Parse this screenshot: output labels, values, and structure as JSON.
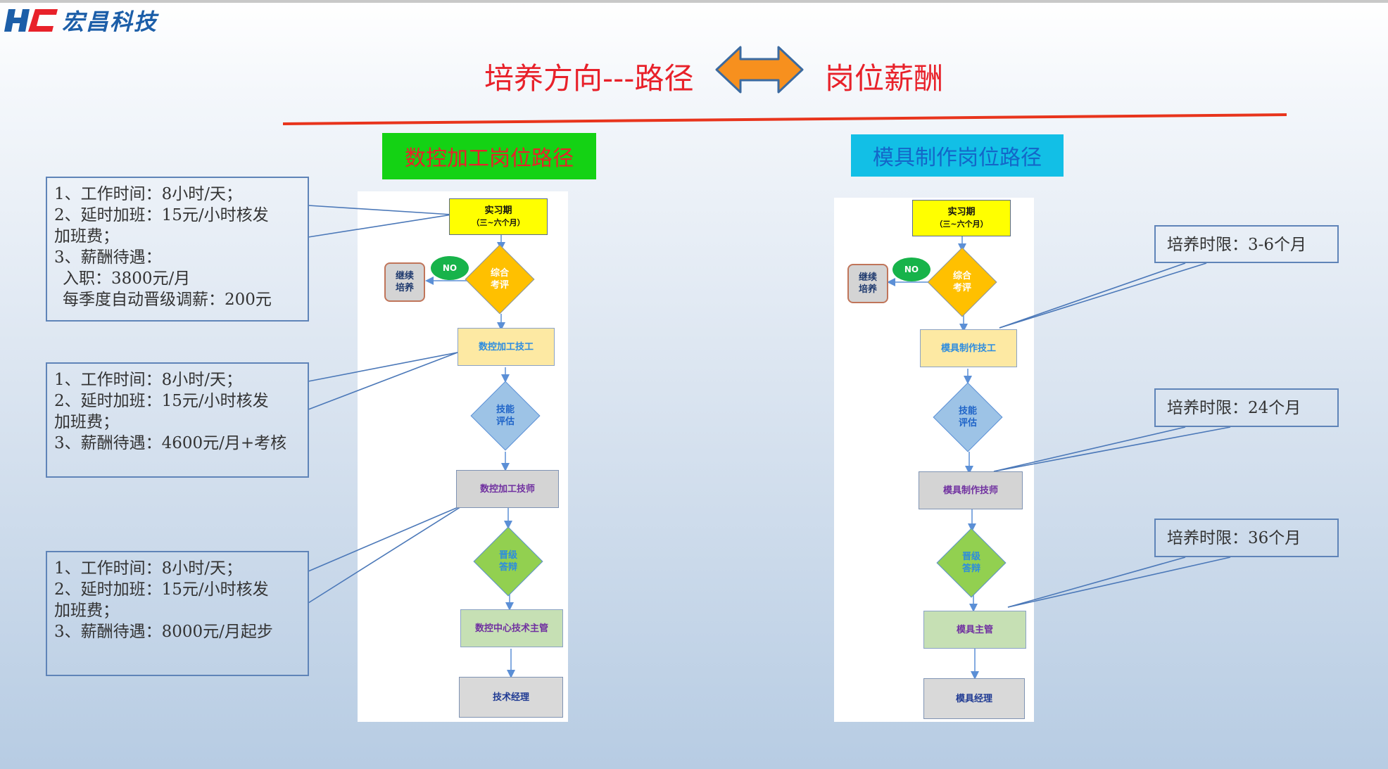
{
  "logo": {
    "mark": "HC",
    "name": "宏昌科技"
  },
  "header": {
    "left_title": "培养方向---路径",
    "right_title": "岗位薪酬"
  },
  "colors": {
    "title_red": "#e8212a",
    "arrow_orange": "#f7901e",
    "banner_green": "#14d214",
    "banner_cyan": "#12bfe6"
  },
  "left_flow": {
    "banner": "数控加工岗位路径",
    "intern": [
      "实习期",
      "（三~六个月）"
    ],
    "review": [
      "综合",
      "考评"
    ],
    "no": "NO",
    "retrain": [
      "继续",
      "培养"
    ],
    "technician": "数控加工技工",
    "skill_eval": [
      "技能",
      "评估"
    ],
    "senior": "数控加工技师",
    "promotion": [
      "晋级",
      "答辩"
    ],
    "supervisor": "数控中心技术主管",
    "manager": "技术经理"
  },
  "right_flow": {
    "banner": "模具制作岗位路径",
    "intern": [
      "实习期",
      "（三~六个月）"
    ],
    "review": [
      "综合",
      "考评"
    ],
    "no": "NO",
    "retrain": [
      "继续",
      "培养"
    ],
    "technician": "模具制作技工",
    "skill_eval": [
      "技能",
      "评估"
    ],
    "senior": "模具制作技师",
    "promotion": [
      "晋级",
      "答辩"
    ],
    "supervisor": "模具主管",
    "manager": "模具经理"
  },
  "salary_notes": [
    {
      "lines": [
        "1、工作时间：8小时/天；",
        "2、延时加班：15元/小时核发",
        "加班费；",
        "3、薪酬待遇：",
        " 入职：3800元/月",
        " 每季度自动晋级调薪：200元"
      ]
    },
    {
      "lines": [
        "1、工作时间：8小时/天；",
        "2、延时加班：15元/小时核发",
        "加班费；",
        "3、薪酬待遇：4600元/月+考核"
      ]
    },
    {
      "lines": [
        "1、工作时间：8小时/天；",
        "2、延时加班：15元/小时核发",
        "加班费；",
        "3、薪酬待遇：8000元/月起步"
      ]
    }
  ],
  "training_notes": [
    "培养时限：3-6个月",
    "培养时限：24个月",
    "培养时限：36个月"
  ]
}
